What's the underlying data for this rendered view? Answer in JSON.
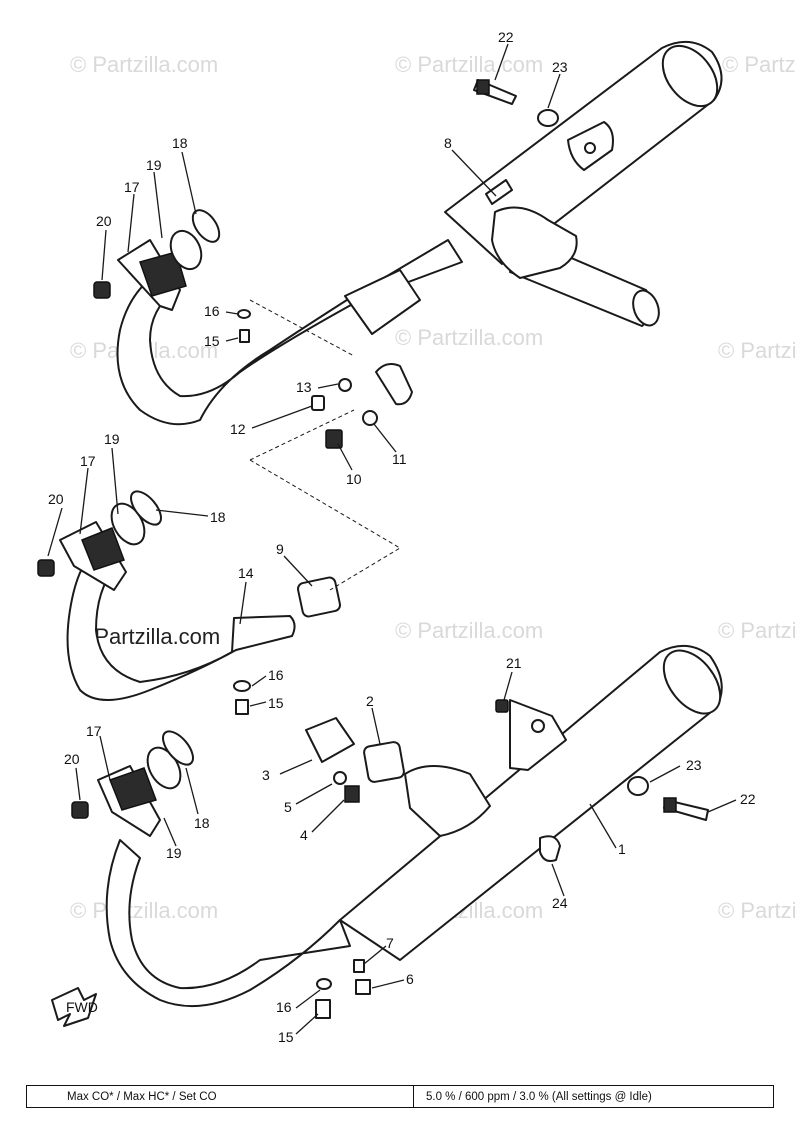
{
  "watermark": "© Partzilla.com",
  "callouts": {
    "c1": "1",
    "c2": "2",
    "c3": "3",
    "c4": "4",
    "c5": "5",
    "c6": "6",
    "c7": "7",
    "c8": "8",
    "c9": "9",
    "c10": "10",
    "c11": "11",
    "c12": "12",
    "c13": "13",
    "c14": "14",
    "c15": "15",
    "c16": "16",
    "c17": "17",
    "c18": "18",
    "c19": "19",
    "c20": "20",
    "c21": "21",
    "c22": "22",
    "c23": "23",
    "c24": "24"
  },
  "fwd_label": "FWD",
  "spec_table": {
    "label": "Max CO* / Max HC* / Set CO",
    "value": "5.0 % / 600 ppm / 3.0 % (All settings @ Idle)"
  }
}
